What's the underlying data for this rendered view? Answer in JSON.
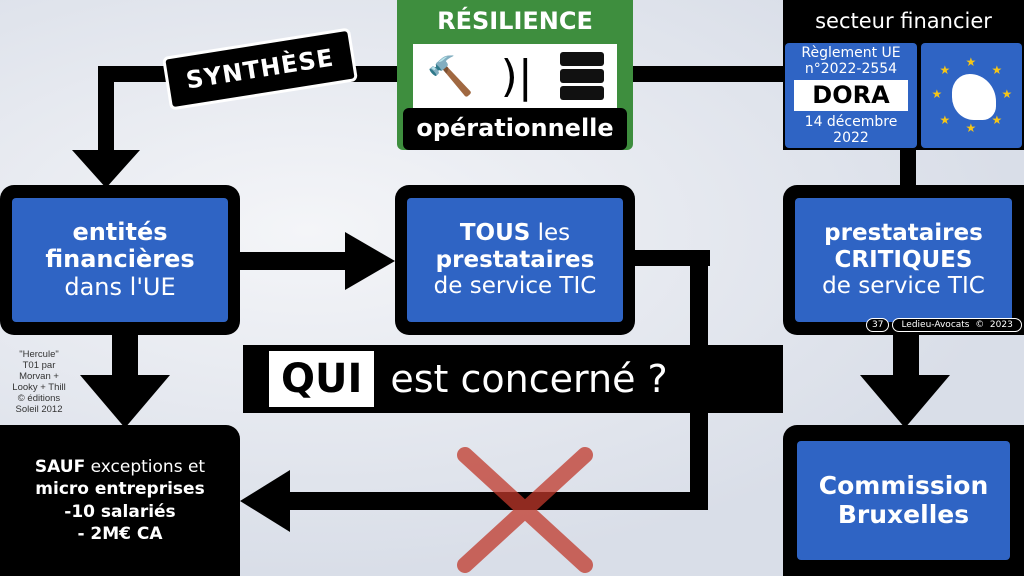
{
  "header": {
    "synthese": "SYNTHÈSE"
  },
  "resilience": {
    "title": "RÉSILIENCE",
    "subtitle": "opérationnelle"
  },
  "secteur": {
    "label": "secteur financier",
    "reglement": "Règlement UE",
    "numero": "n°2022-2554",
    "name": "DORA",
    "date": "14 décembre 2022"
  },
  "boxes": {
    "entites": {
      "l1": "entités",
      "l2": "financières",
      "l3": "dans l'UE"
    },
    "tous": {
      "l1b": "TOUS",
      "l1": " les",
      "l2": "prestataires",
      "l3": "de service TIC"
    },
    "critiques": {
      "l1": "prestataires",
      "l2": "CRITIQUES",
      "l3": "de service TIC"
    },
    "sauf": {
      "l1b": "SAUF",
      "l1": " exceptions et",
      "l2": "micro entreprises",
      "l3": "-10 salariés",
      "l4": "- 2M€ CA"
    },
    "commission": {
      "l1": "Commission",
      "l2": "Bruxelles"
    }
  },
  "question": {
    "qui": "QUI",
    "rest": "est concerné ?"
  },
  "credit": {
    "l1": "\"Hercule\"",
    "l2": "T01 par",
    "l3": "Morvan +",
    "l4": "Looky + Thill",
    "l5": "© éditions",
    "l6": "Soleil 2012"
  },
  "footer": {
    "page": "37",
    "author": "Ledieu-Avocats  ©  2023"
  },
  "colors": {
    "blue": "#2f64c4",
    "green": "#3e8e3e",
    "red": "#c0392b"
  }
}
